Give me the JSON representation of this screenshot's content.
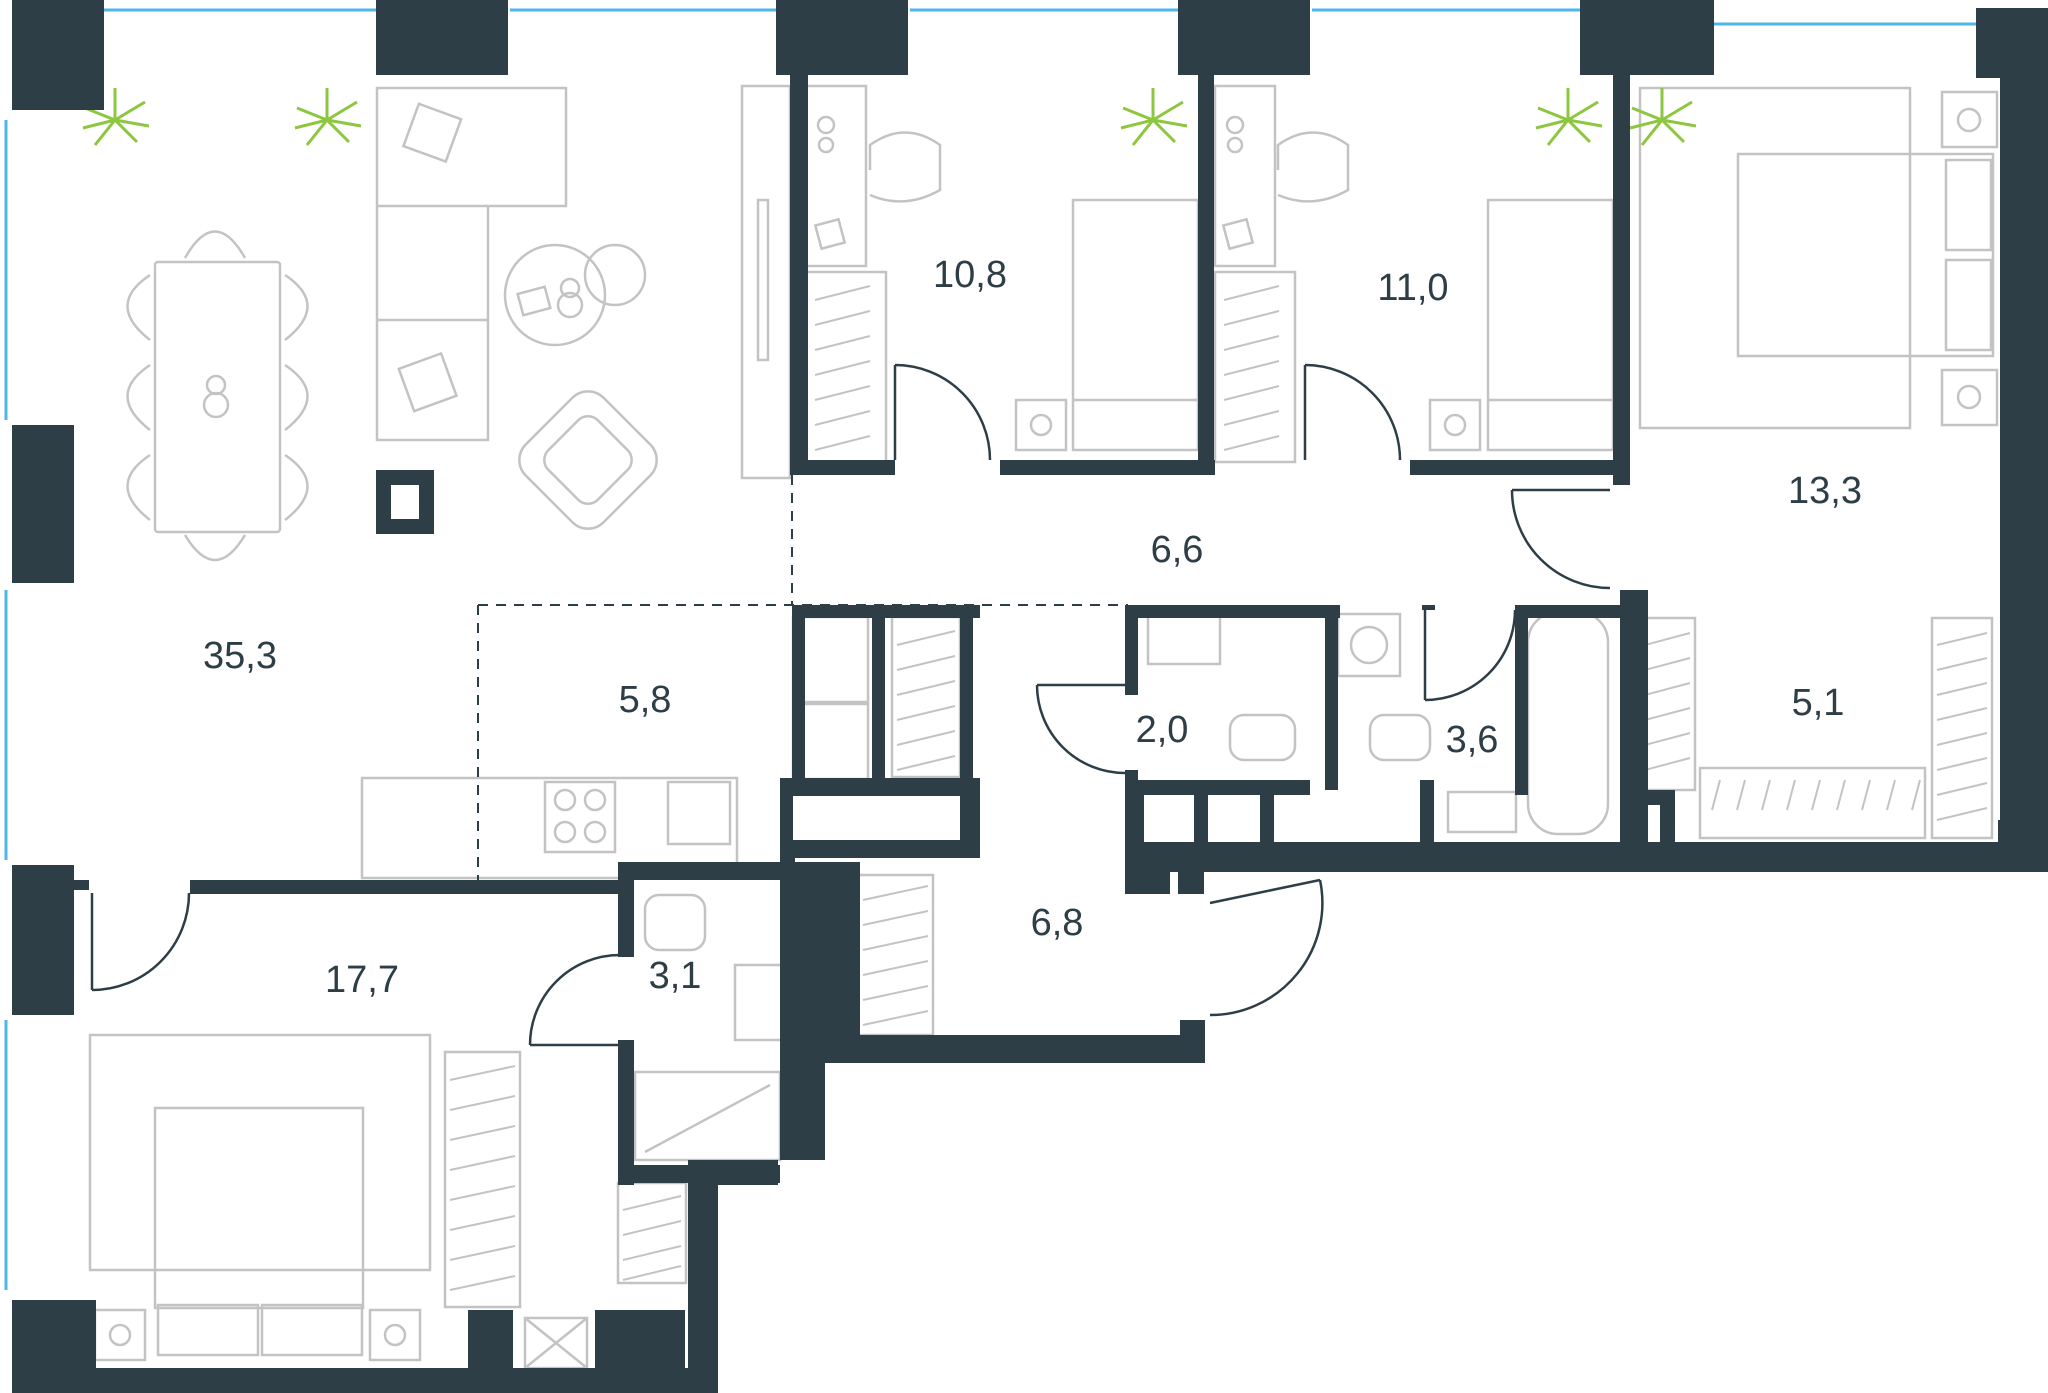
{
  "plan": {
    "colors": {
      "wall": "#2d3e46",
      "furniture": "#c3c3c3",
      "window": "#4fb6e8",
      "plant": "#8dc63f",
      "label": "#2d3e46"
    },
    "rooms": {
      "living": {
        "area": "35,3"
      },
      "kitchen": {
        "area": "5,8"
      },
      "bedroom_1": {
        "area": "10,8"
      },
      "bedroom_2": {
        "area": "11,0"
      },
      "master_bedroom": {
        "area": "13,3"
      },
      "hall": {
        "area": "6,6"
      },
      "wc_small": {
        "area": "2,0"
      },
      "bathroom_1": {
        "area": "3,6"
      },
      "wardrobe": {
        "area": "5,1"
      },
      "entrance": {
        "area": "6,8"
      },
      "bathroom_2": {
        "area": "3,1"
      },
      "bedroom_3": {
        "area": "17,7"
      }
    }
  }
}
